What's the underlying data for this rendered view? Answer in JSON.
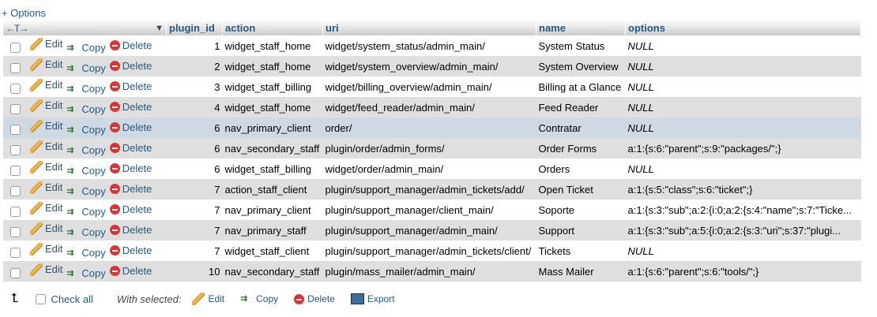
{
  "options_link": "+ Options",
  "header": {
    "arrows": "←T→",
    "columns": [
      "plugin_id",
      "action",
      "uri",
      "name",
      "options"
    ]
  },
  "row_actions": {
    "edit": "Edit",
    "copy": "Copy",
    "delete": "Delete"
  },
  "rows": [
    {
      "plugin_id": "1",
      "action": "widget_staff_home",
      "uri": "widget/system_status/admin_main/",
      "name": "System Status",
      "options": "NULL"
    },
    {
      "plugin_id": "2",
      "action": "widget_staff_home",
      "uri": "widget/system_overview/admin_main/",
      "name": "System Overview",
      "options": "NULL"
    },
    {
      "plugin_id": "3",
      "action": "widget_staff_billing",
      "uri": "widget/billing_overview/admin_main/",
      "name": "Billing at a Glance",
      "options": "NULL"
    },
    {
      "plugin_id": "4",
      "action": "widget_staff_home",
      "uri": "widget/feed_reader/admin_main/",
      "name": "Feed Reader",
      "options": "NULL"
    },
    {
      "plugin_id": "6",
      "action": "nav_primary_client",
      "uri": "order/",
      "name": "Contratar",
      "options": "NULL"
    },
    {
      "plugin_id": "6",
      "action": "nav_secondary_staff",
      "uri": "plugin/order/admin_forms/",
      "name": "Order Forms",
      "options": "a:1:{s:6:\"parent\";s:9:\"packages/\";}"
    },
    {
      "plugin_id": "6",
      "action": "widget_staff_billing",
      "uri": "widget/order/admin_main/",
      "name": "Orders",
      "options": "NULL"
    },
    {
      "plugin_id": "7",
      "action": "action_staff_client",
      "uri": "plugin/support_manager/admin_tickets/add/",
      "name": "Open Ticket",
      "options": "a:1:{s:5:\"class\";s:6:\"ticket\";}"
    },
    {
      "plugin_id": "7",
      "action": "nav_primary_client",
      "uri": "plugin/support_manager/client_main/",
      "name": "Soporte",
      "options": "a:1:{s:3:\"sub\";a:2:{i:0;a:2:{s:4:\"name\";s:7:\"Ticke..."
    },
    {
      "plugin_id": "7",
      "action": "nav_primary_staff",
      "uri": "plugin/support_manager/admin_main/",
      "name": "Support",
      "options": "a:1:{s:3:\"sub\";a:5:{i:0;a:2:{s:3:\"uri\";s:37:\"plugi..."
    },
    {
      "plugin_id": "7",
      "action": "widget_staff_client",
      "uri": "plugin/support_manager/admin_tickets/client/",
      "name": "Tickets",
      "options": "NULL"
    },
    {
      "plugin_id": "10",
      "action": "nav_secondary_staff",
      "uri": "plugin/mass_mailer/admin_main/",
      "name": "Mass Mailer",
      "options": "a:1:{s:6:\"parent\";s:6:\"tools/\";}"
    }
  ],
  "footer": {
    "check_all": "Check all",
    "with_selected": "With selected:",
    "edit": "Edit",
    "copy": "Copy",
    "delete": "Delete",
    "export": "Export"
  }
}
